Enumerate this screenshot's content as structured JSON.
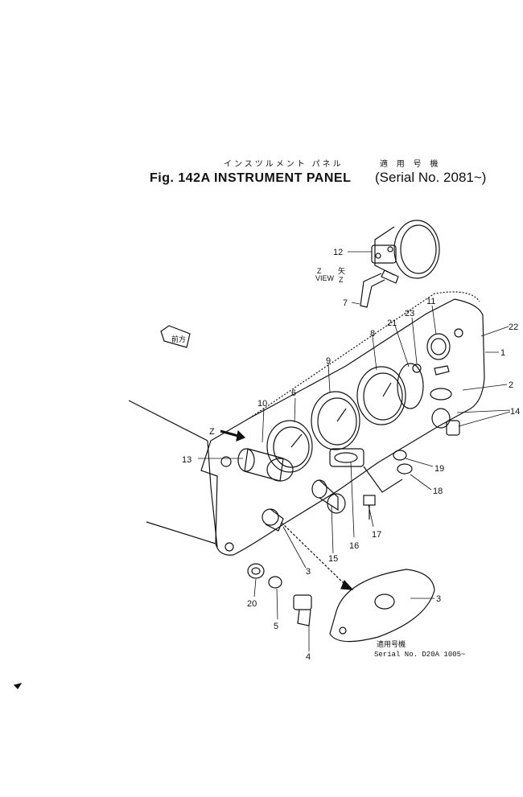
{
  "caption": {
    "japanese_title": "インスツルメント パネル",
    "japanese_applicable": "適 用 号 機",
    "figure_title": "Fig. 142A INSTRUMENT PANEL",
    "serial": "Serial No. 2081~"
  },
  "view": {
    "view_label": "VIEW",
    "z_top": "Z",
    "z_bottom": "Z",
    "jp_mark": "矢"
  },
  "direction_badge": "前方",
  "z_arrow_label": "Z",
  "callouts": [
    "1",
    "2",
    "3",
    "3",
    "4",
    "5",
    "6",
    "7",
    "8",
    "9",
    "10",
    "11",
    "12",
    "13",
    "14",
    "15",
    "16",
    "17",
    "18",
    "19",
    "20",
    "21",
    "22",
    "23"
  ],
  "footnote": {
    "jp": "適用号機",
    "serial": "Serial No. D20A 1005~"
  }
}
